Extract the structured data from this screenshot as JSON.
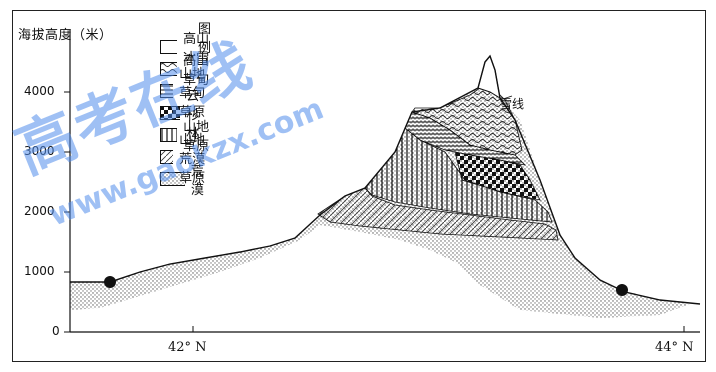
{
  "y_axis": {
    "label": "海拔高度（米）",
    "ticks": [
      "4000",
      "3000",
      "2000",
      "1000",
      "0"
    ]
  },
  "x_axis": {
    "ticks": [
      "42° N",
      "44° N"
    ]
  },
  "legend": {
    "title": "图 例",
    "items": [
      {
        "label": "高山冰雪",
        "pattern": "snow"
      },
      {
        "label": "高山草甸",
        "pattern": "wave"
      },
      {
        "label": "山地草甸草原",
        "pattern": "hstripe"
      },
      {
        "label": "云杉林",
        "pattern": "checker"
      },
      {
        "label": "山地草原",
        "pattern": "vstripe"
      },
      {
        "label": "山地荒漠草原",
        "pattern": "diag"
      },
      {
        "label": "荒漠",
        "pattern": "dots"
      }
    ]
  },
  "annotation": {
    "snowline": "雪线"
  },
  "watermark": {
    "main": "高考在线",
    "sub": "www.gaokzx.com"
  },
  "colors": {
    "line": "#111111",
    "watermark": "#4f8ceb"
  }
}
